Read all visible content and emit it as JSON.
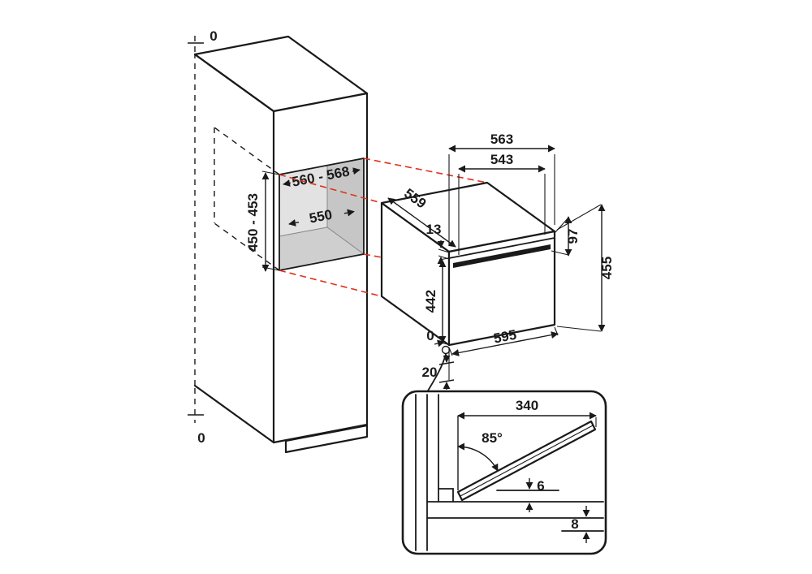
{
  "diagram": {
    "type": "built-in-oven-installation-dimensions",
    "colors": {
      "line": "#1a1a1a",
      "projection": "#e0301e",
      "niche_back": "#e2e2e2",
      "niche_side": "#c6c6c6",
      "niche_floor": "#cfcfcf"
    },
    "cabinet": {
      "top_clearance": "0",
      "bottom_clearance": "0",
      "niche_width": "560 - 568",
      "niche_depth": "550",
      "niche_height": "450 - 453"
    },
    "oven": {
      "overall_width_top": "563",
      "inner_width_top": "543",
      "depth": "559",
      "facia_height": "13",
      "control_panel_height": "97",
      "overall_height": "455",
      "door_height": "442",
      "front_width": "595",
      "flush_gap": "0",
      "front_clearance": "20"
    },
    "door_detail": {
      "door_projection": "340",
      "opening_angle": "85°",
      "upper_gap": "6",
      "lower_gap": "8"
    }
  }
}
